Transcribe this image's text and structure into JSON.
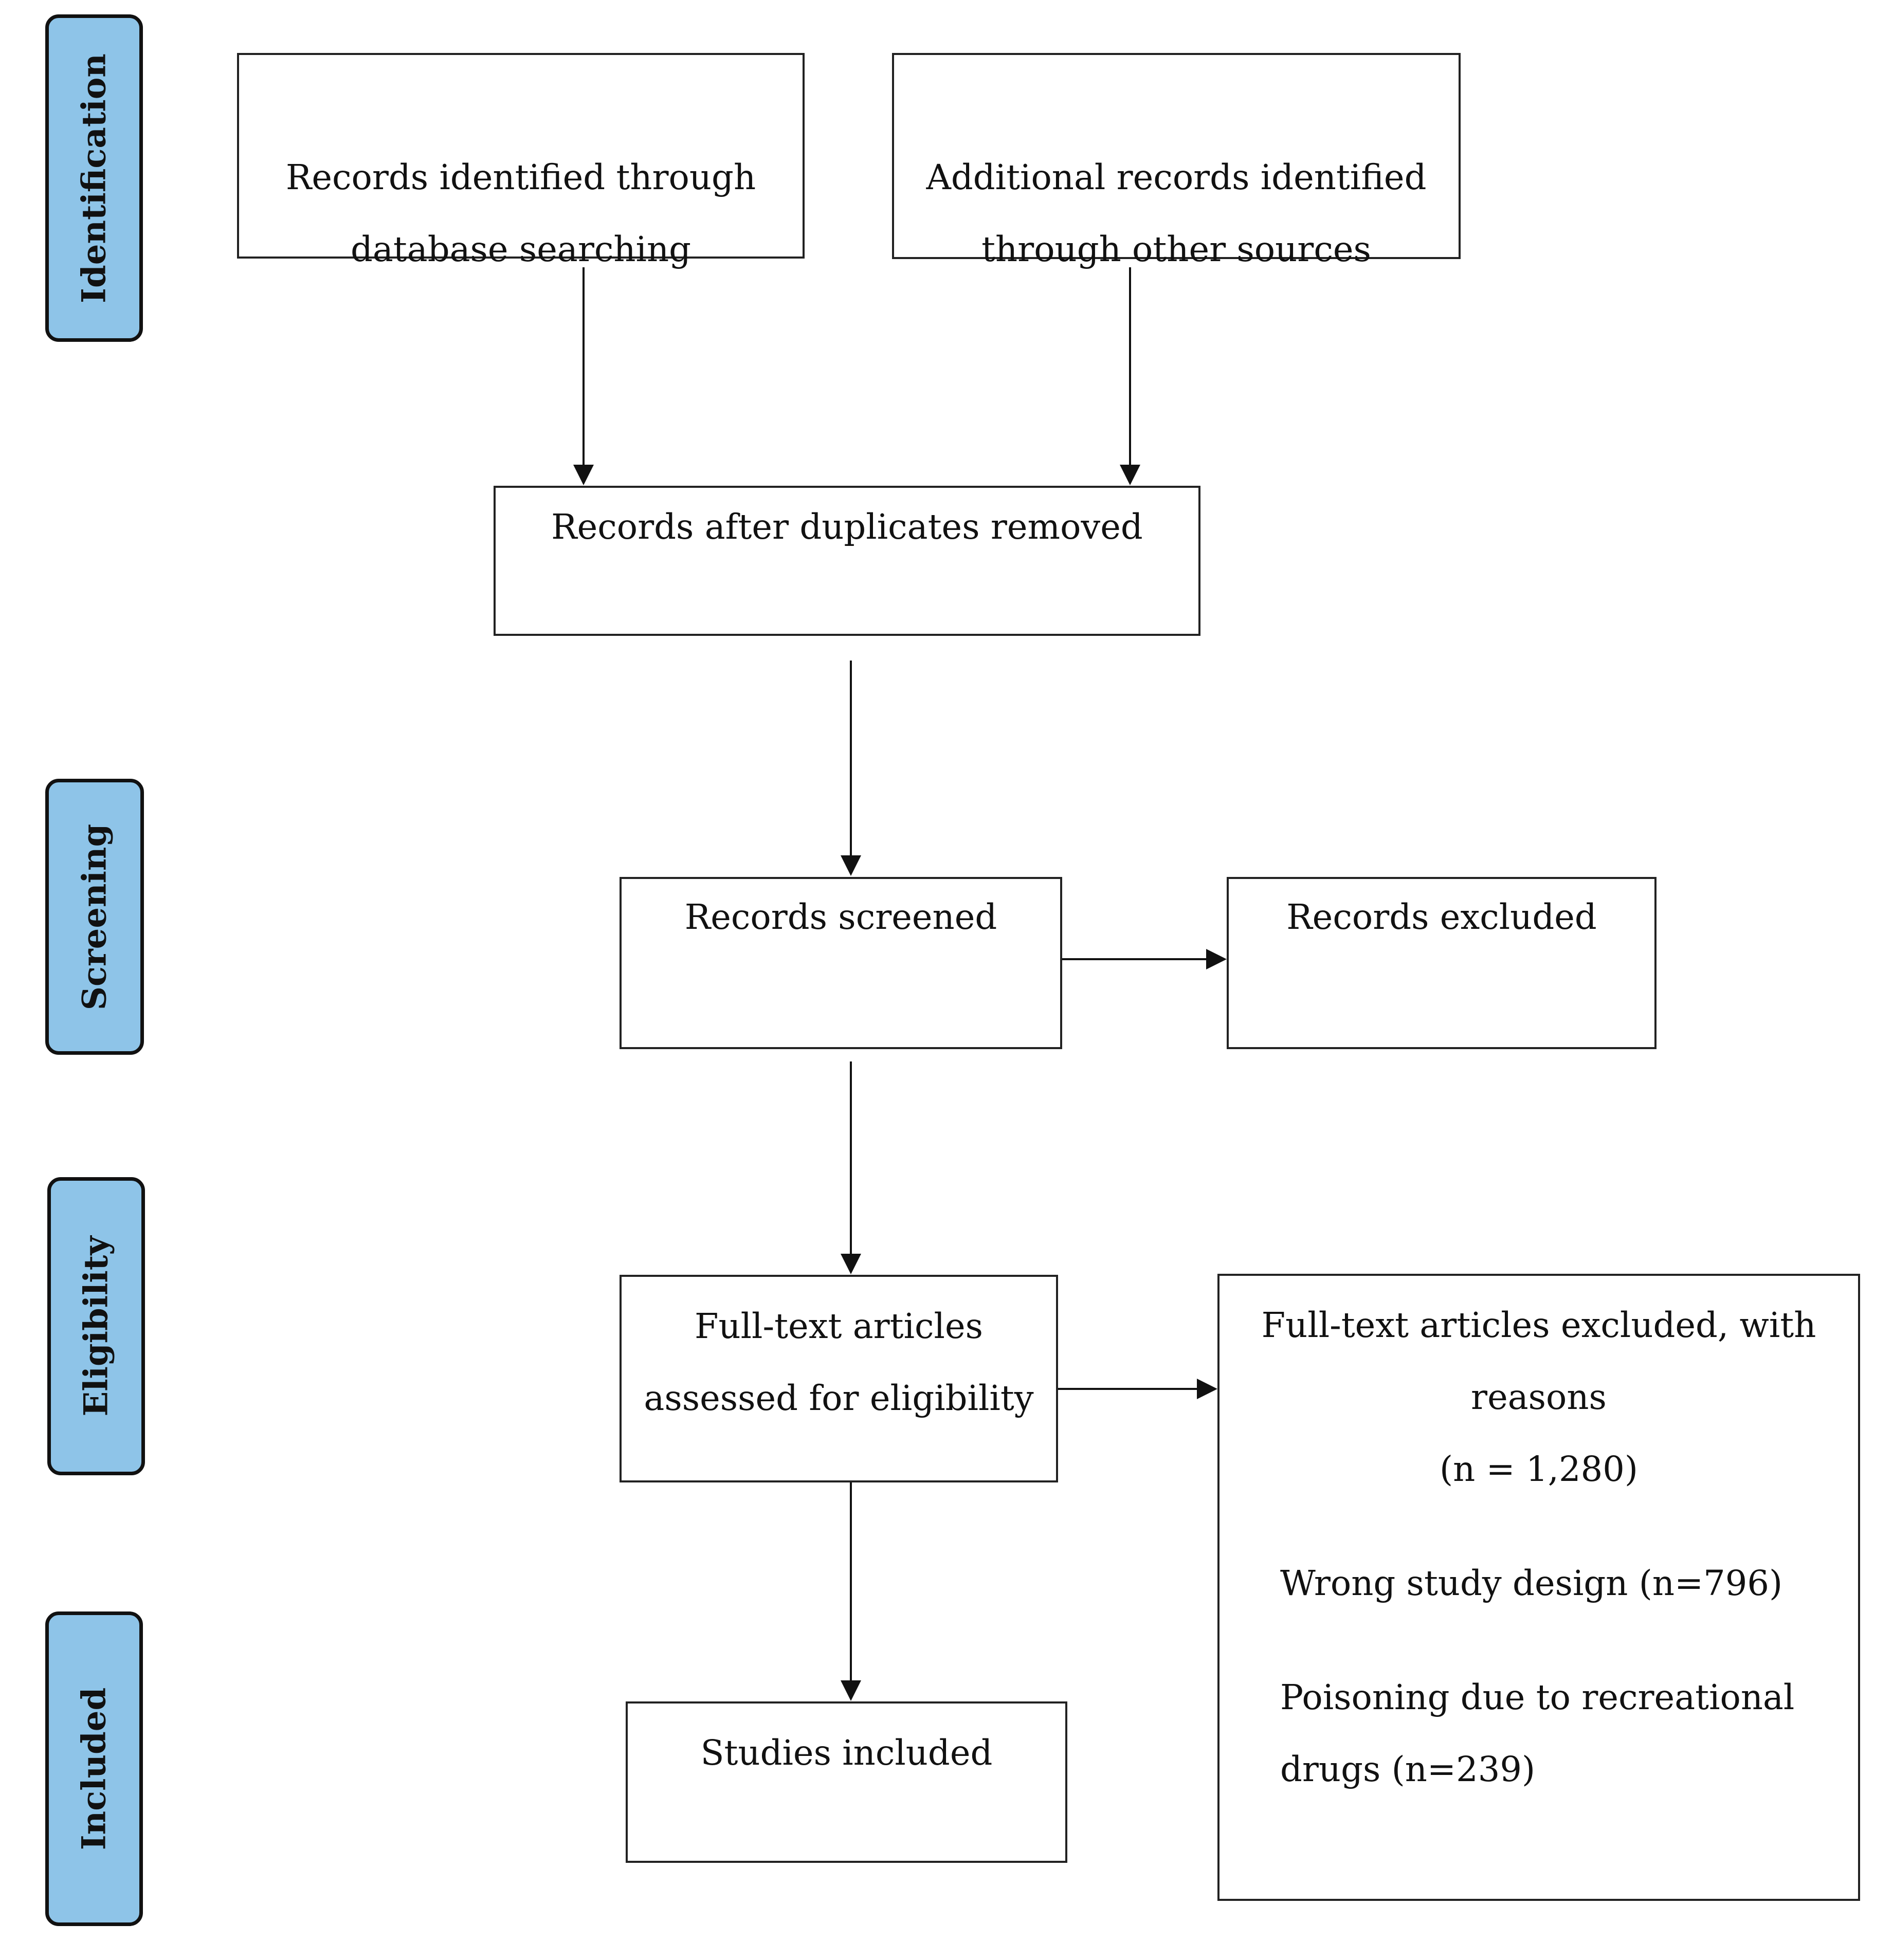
{
  "header_fragment": "",
  "phases": {
    "identification": "Identification",
    "screening": "Screening",
    "eligibility": "Eligibility",
    "included": "Included"
  },
  "boxes": {
    "database": [
      "Records identified through",
      "database searching"
    ],
    "other_sources": [
      "Additional records identified",
      "through other sources"
    ],
    "duplicates_removed": [
      "Records after duplicates removed"
    ],
    "screened": [
      "Records screened"
    ],
    "excluded": [
      "Records excluded"
    ],
    "fulltext": [
      "Full-text articles",
      "assessed for eligibility"
    ],
    "fulltext_excluded": {
      "title": [
        "Full-text articles excluded, with",
        "reasons",
        "(n = 1,280)"
      ],
      "reason_1": "Wrong study design (n=796)",
      "reason_2": [
        "Poisoning due to recreational",
        "drugs (n=239)"
      ]
    },
    "included": [
      "Studies included"
    ]
  }
}
